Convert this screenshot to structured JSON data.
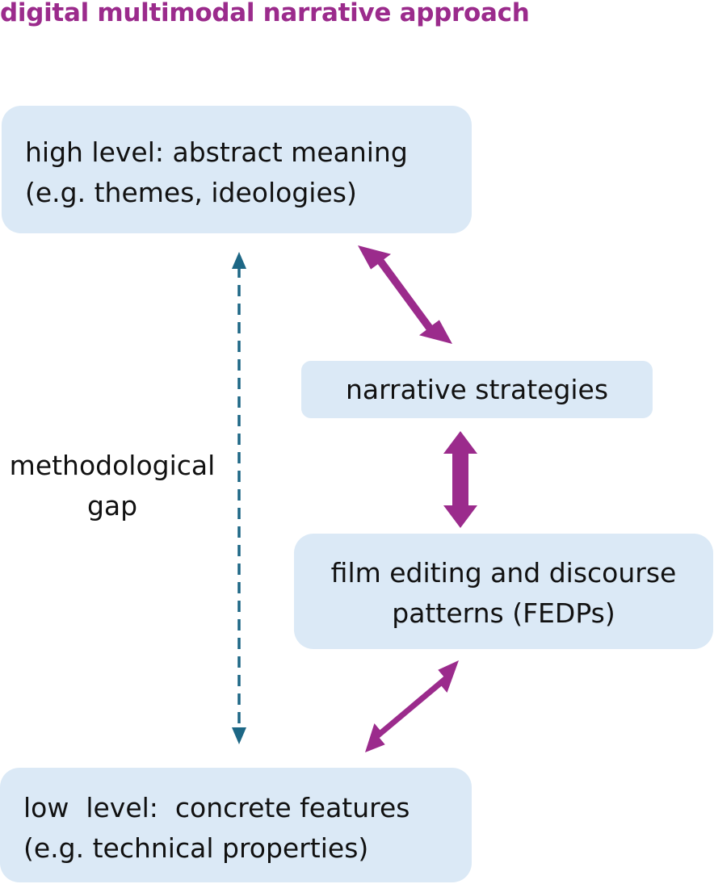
{
  "title": "digital multimodal narrative approach",
  "colors": {
    "accent": "#9b2b8c",
    "box": "#dbe9f6",
    "gap_arrow": "#1d6785"
  },
  "boxes": {
    "high": {
      "line1": "high level: abstract meaning",
      "line2": "(e.g. themes, ideologies)"
    },
    "narrative": {
      "label": "narrative strategies"
    },
    "fedp": {
      "line1": "film editing and discourse",
      "line2": "patterns (FEDPs)"
    },
    "low": {
      "line1": "low  level:  concrete features",
      "line2": "(e.g. technical properties)"
    }
  },
  "gap": {
    "line1": "methodological",
    "line2": "gap"
  },
  "edges": [
    {
      "from": "high",
      "to": "narrative",
      "style": "solid",
      "direction": "both"
    },
    {
      "from": "narrative",
      "to": "fedp",
      "style": "solid",
      "direction": "both"
    },
    {
      "from": "fedp",
      "to": "low",
      "style": "solid",
      "direction": "both"
    },
    {
      "from": "high",
      "to": "low",
      "style": "dashed",
      "direction": "both",
      "label": "methodological gap"
    }
  ]
}
